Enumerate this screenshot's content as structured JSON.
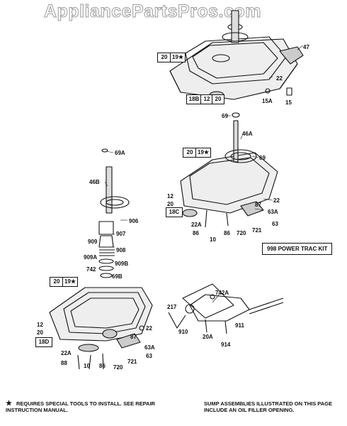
{
  "watermark": "AppliancePartsPros.com",
  "labels": {
    "top": [
      "47",
      "22",
      "15A",
      "15"
    ],
    "mid": [
      "69",
      "46A",
      "69",
      "12",
      "20",
      "87",
      "22",
      "63A",
      "63",
      "22A",
      "86",
      "86",
      "720",
      "721",
      "10"
    ],
    "left": [
      "69A",
      "46B",
      "906",
      "907",
      "909",
      "908",
      "909A",
      "909B",
      "742",
      "69B"
    ],
    "bot": [
      "12",
      "20",
      "22",
      "87",
      "63A",
      "63",
      "22A",
      "88",
      "10",
      "86",
      "720",
      "721"
    ],
    "link": [
      "742A",
      "217",
      "910",
      "911",
      "20A",
      "914"
    ]
  },
  "boxes": {
    "top_20": "20",
    "top_19": "19★",
    "top_18b": "18B",
    "top_12": "12",
    "top_20b": "20",
    "mid_20": "20",
    "mid_19": "19★",
    "mid_18c": "18C",
    "bot_20": "20",
    "bot_19": "19★",
    "bot_18d": "18D"
  },
  "kit_label": "998 POWER TRAC KIT",
  "footnotes": {
    "left_star": "★",
    "left_text": "REQUIRES SPECIAL TOOLS TO INSTALL. SEE REPAIR INSTRUCTION MANUAL.",
    "right_text": "SUMP ASSEMBLIES ILLUSTRATED ON THIS PAGE INCLUDE AN OIL FILLER OPENING."
  }
}
